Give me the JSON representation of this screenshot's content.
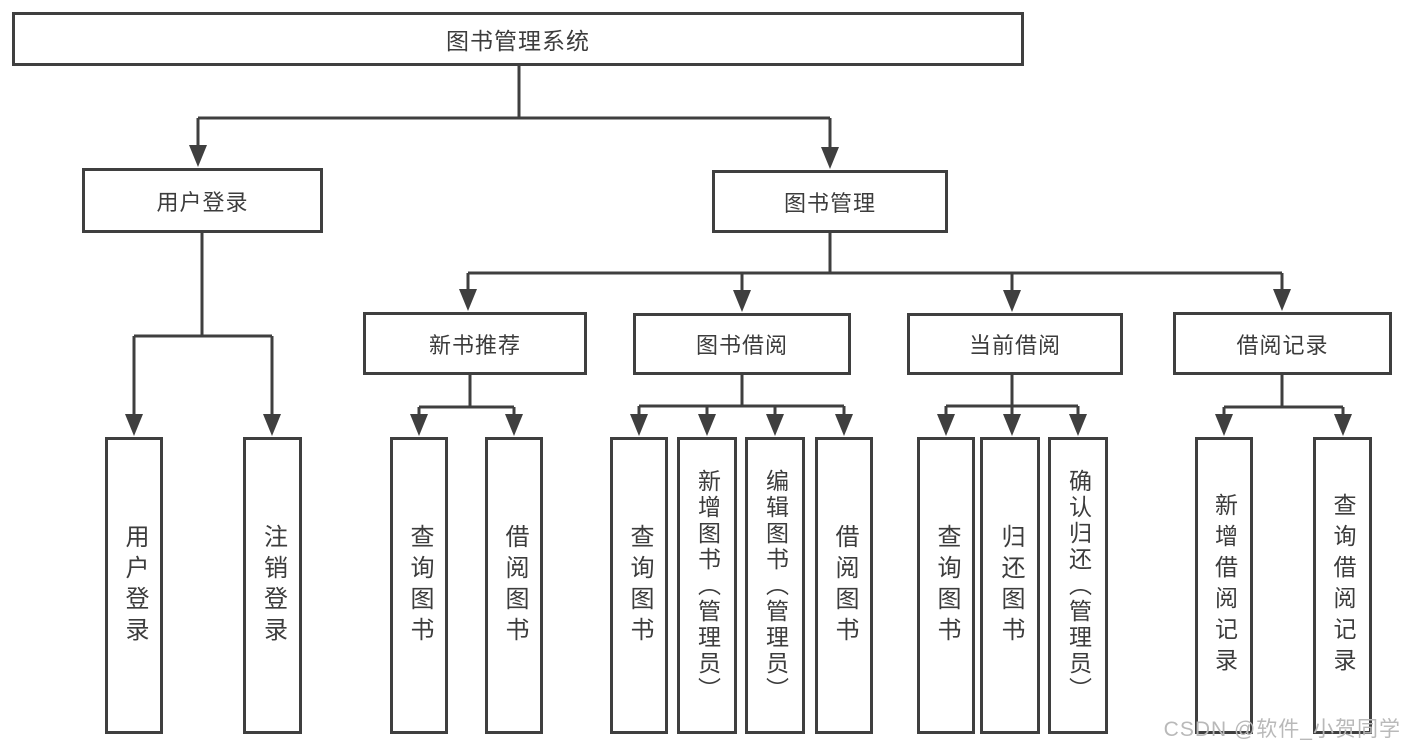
{
  "diagram": {
    "root": {
      "label": "图书管理系统"
    },
    "level2": [
      {
        "label": "用户登录",
        "parent": "图书管理系统"
      },
      {
        "label": "图书管理",
        "parent": "图书管理系统"
      }
    ],
    "level3": [
      {
        "label": "新书推荐",
        "parent": "图书管理"
      },
      {
        "label": "图书借阅",
        "parent": "图书管理"
      },
      {
        "label": "当前借阅",
        "parent": "图书管理"
      },
      {
        "label": "借阅记录",
        "parent": "图书管理"
      }
    ],
    "leaves": [
      {
        "label": "用户登录",
        "parent": "用户登录"
      },
      {
        "label": "注销登录",
        "parent": "用户登录"
      },
      {
        "label": "查询图书",
        "parent": "新书推荐"
      },
      {
        "label": "借阅图书",
        "parent": "新书推荐"
      },
      {
        "label": "查询图书",
        "parent": "图书借阅"
      },
      {
        "label": "新增图书（管理员）",
        "parent": "图书借阅"
      },
      {
        "label": "编辑图书（管理员）",
        "parent": "图书借阅"
      },
      {
        "label": "借阅图书",
        "parent": "图书借阅"
      },
      {
        "label": "查询图书",
        "parent": "当前借阅"
      },
      {
        "label": "归还图书",
        "parent": "当前借阅"
      },
      {
        "label": "确认归还（管理员）",
        "parent": "当前借阅"
      },
      {
        "label": "新增借阅记录",
        "parent": "借阅记录"
      },
      {
        "label": "查询借阅记录",
        "parent": "借阅记录"
      }
    ]
  },
  "watermark": "CSDN @软件_小贺同学",
  "colors": {
    "line": "#3f3f3f",
    "text": "#3c3c3c",
    "background": "#ffffff",
    "watermark": "#b9b9b9"
  }
}
